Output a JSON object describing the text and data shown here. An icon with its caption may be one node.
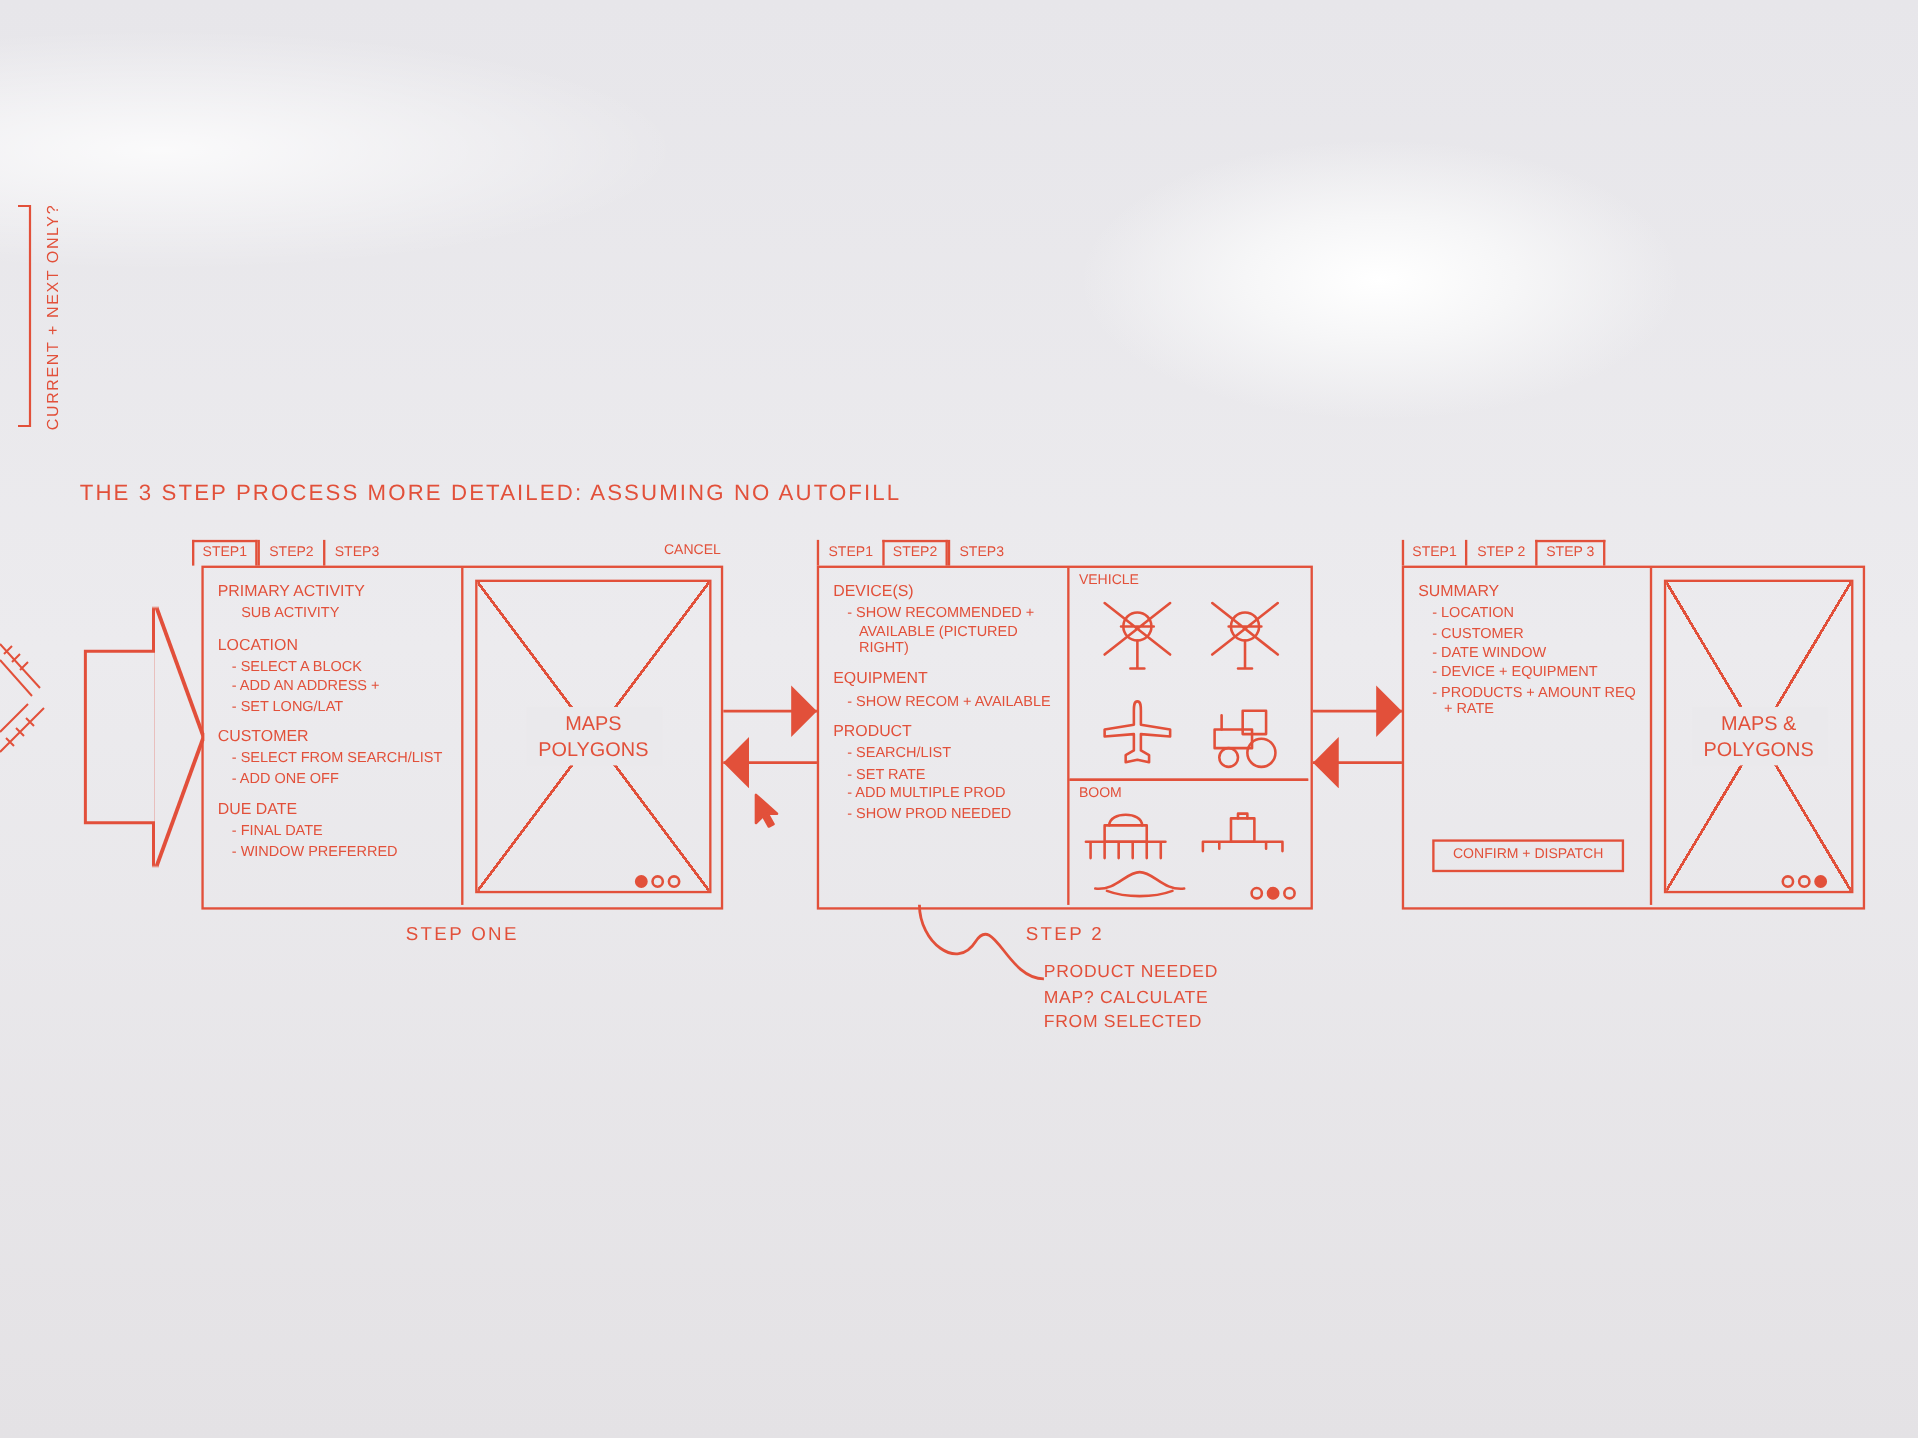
{
  "diagram": {
    "title": "THE 3 STEP PROCESS MORE DETAILED: ASSUMING NO AUTOFILL",
    "nodes": [
      {
        "text": [
          "STEP1"
        ]
      },
      {
        "text": [
          "STEP2"
        ]
      },
      {
        "text": [
          "STEP3"
        ]
      },
      {
        "text": [
          "CANCEL"
        ],
        "beside": [
          "STEP ONE"
        ]
      },
      {
        "text": [
          "PRIMARY ACTIVITY",
          "SUB ACTIVITY",
          "LOCATION",
          "- SELECT A BLOCK",
          "- ADD AN ADDRESS +",
          "- SET LONG/LAT",
          "CUSTOMER",
          "- SELECT FROM SEARCH/LIST",
          "- ADD ONE OFF",
          "DUE DATE",
          "- FINAL DATE",
          "- WINDOW PREFERRED"
        ],
        "in": 3
      },
      {
        "text": [
          "MAPS POLYGONS"
        ],
        "in": 3
      },
      {
        "text": [
          "STEP1"
        ]
      },
      {
        "text": [
          "STEP2"
        ]
      },
      {
        "text": [
          "STEP3"
        ]
      },
      {
        "text": [],
        "shape": "box",
        "beside": [
          "STEP 2"
        ]
      },
      {
        "text": [
          "DEVICE(S)",
          "- SHOW RECOMMENDED + AVAILABLE (PICTURED RIGHT)",
          "EQUIPMENT",
          "- SHOW RECOM + AVAILABLE",
          "PRODUCT",
          "- SEARCH/LIST",
          "- SET RATE",
          "- ADD MULTIPLE PROD",
          "- SHOW PROD NEEDED"
        ],
        "in": 9
      },
      {
        "text": [
          "VEHICLE"
        ],
        "in": 9
      },
      {
        "text": [
          "BOOM"
        ],
        "in": 9
      },
      {
        "text": [
          "STEP1"
        ]
      },
      {
        "text": [
          "STEP 2"
        ]
      },
      {
        "text": [
          "STEP 3"
        ]
      },
      {
        "text": [],
        "shape": "box"
      },
      {
        "text": [
          "SUMMARY",
          "- LOCATION",
          "- CUSTOMER",
          "- DATE WINDOW",
          "- DEVICE + EQUIPMENT",
          "- PRODUCTS + AMOUNT REQ + RATE"
        ],
        "in": 16
      },
      {
        "text": [
          "CONFIRM + DISPATCH"
        ],
        "in": 17
      },
      {
        "text": [
          "MAPS & POLYGONS"
        ],
        "in": 16
      },
      {
        "text": [
          "PRODUCT NEEDED MAP? CALCULATE FROM SELECTED"
        ]
      }
    ],
    "edges": [
      {
        "from": null,
        "to": 3,
        "arrow": "to",
        "style": "thick"
      },
      {
        "from": 3,
        "to": 9,
        "arrow": "to"
      },
      {
        "from": 9,
        "to": 3,
        "arrow": "to"
      },
      {
        "from": 9,
        "to": 16,
        "arrow": "to"
      },
      {
        "from": 16,
        "to": 9,
        "arrow": "to"
      },
      {
        "from": 20,
        "to": 10,
        "arrow": "none"
      }
    ],
    "labels": [
      "CURRENT + NEXT ONLY?"
    ]
  }
}
